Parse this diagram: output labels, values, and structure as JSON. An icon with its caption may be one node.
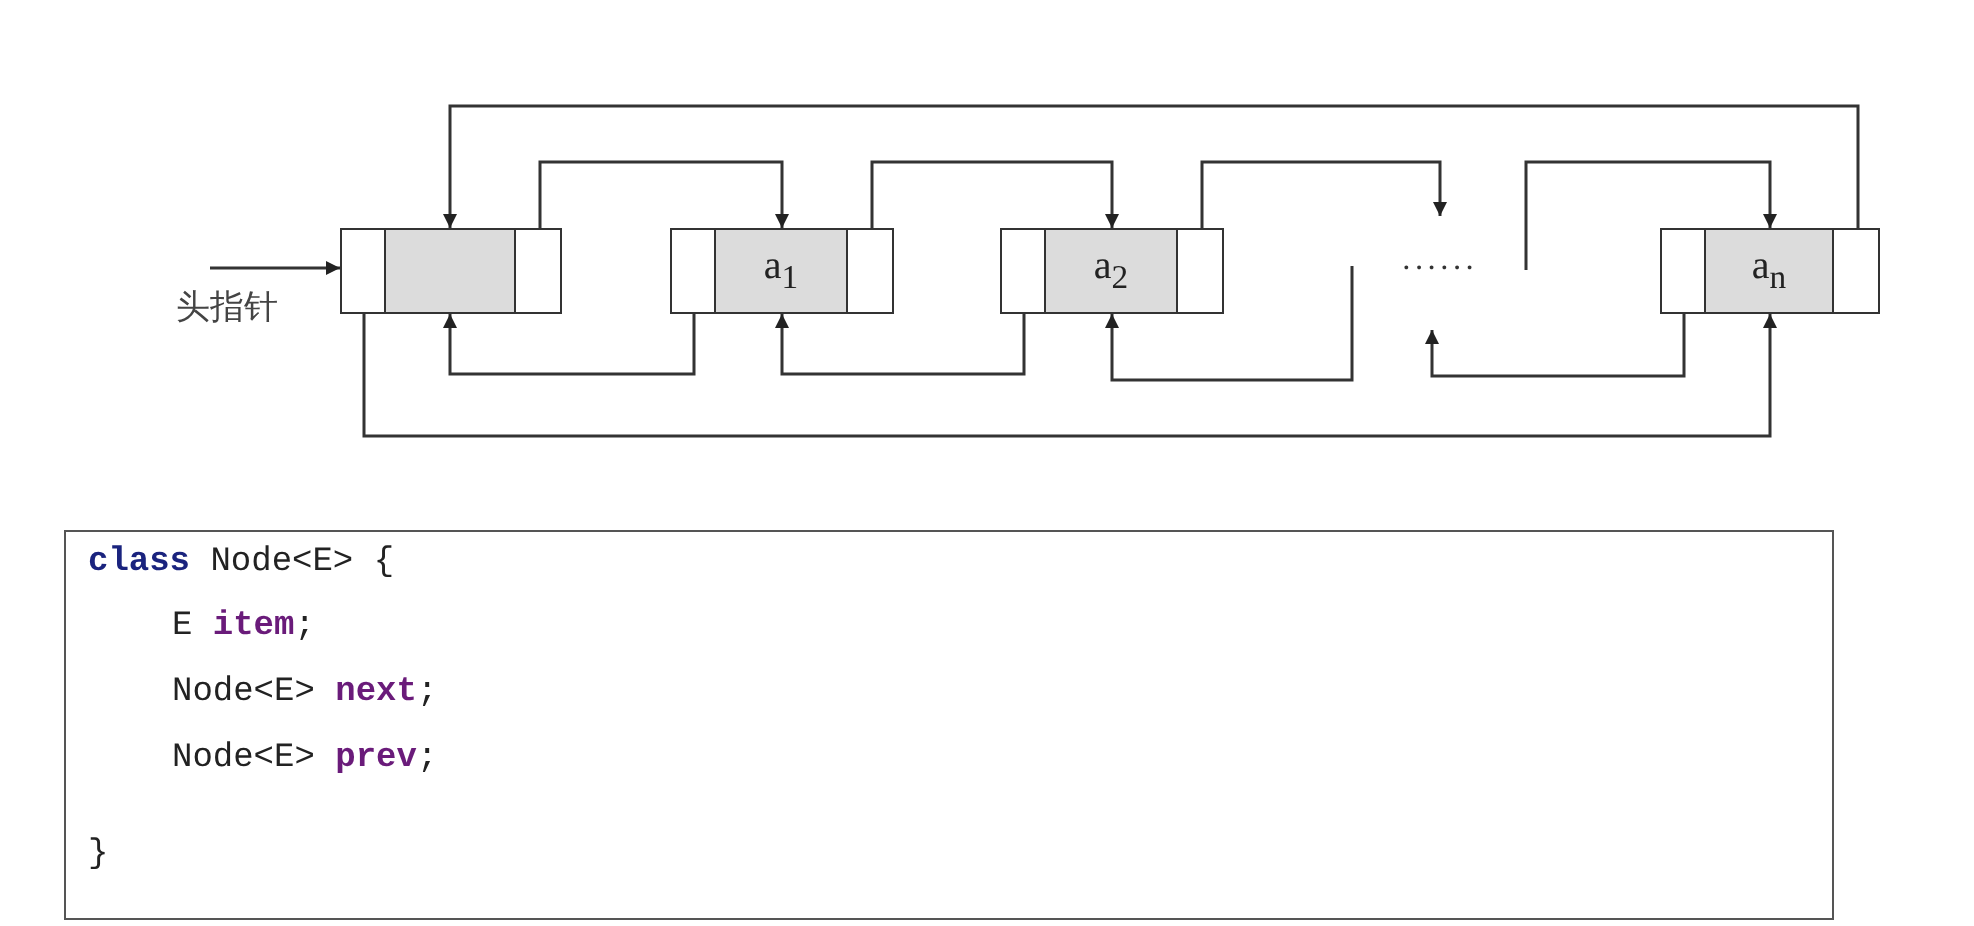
{
  "diagram": {
    "nodes": [
      {
        "text": [],
        "shape": "box"
      },
      {
        "text": [
          "a$_{1}$"
        ]
      },
      {
        "text": [
          "a$_{2}$"
        ]
      },
      {
        "text": [
          "······"
        ]
      },
      {
        "text": [
          "a$_{n}$"
        ]
      },
      {
        "text": [
          "**class** Node<E> {",
          "E **item**;",
          "Node<E> **next**;",
          "Node<E> **prev**;",
          "}"
        ]
      }
    ],
    "edges": [
      {
        "from": null,
        "to": 0,
        "arrow": "to"
      },
      {
        "from": 0,
        "to": 1,
        "arrow": "to"
      },
      {
        "from": 1,
        "to": 2,
        "arrow": "to"
      },
      {
        "from": 2,
        "to": 3,
        "arrow": "to"
      },
      {
        "from": 3,
        "to": 4,
        "arrow": "to"
      },
      {
        "from": 4,
        "to": 0,
        "arrow": "to"
      },
      {
        "from": 1,
        "to": 0,
        "arrow": "to"
      },
      {
        "from": 2,
        "to": 1,
        "arrow": "to"
      },
      {
        "from": 3,
        "to": 2,
        "arrow": "to"
      },
      {
        "from": 4,
        "to": 3,
        "arrow": "to"
      },
      {
        "from": 0,
        "to": 4,
        "arrow": "to"
      }
    ],
    "labels": [
      "头指针"
    ]
  }
}
